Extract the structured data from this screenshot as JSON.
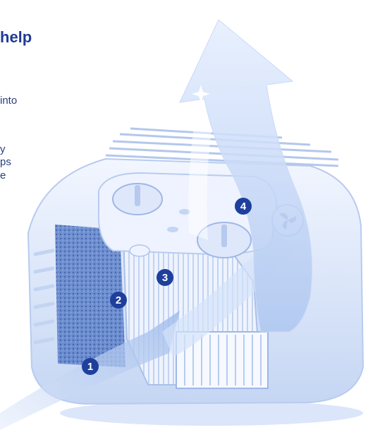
{
  "text_fragments": {
    "heading": "help",
    "line_1": "into",
    "line_2": "y",
    "line_3": "ps",
    "line_4": "e"
  },
  "markers": [
    {
      "label": "1"
    },
    {
      "label": "2"
    },
    {
      "label": "3"
    },
    {
      "label": "4"
    }
  ],
  "colors": {
    "marker": "#1f3f9c",
    "airflow": "#c9daf7",
    "device": "#e6eefc",
    "filter": "#3d63b4",
    "text": "#1f3c93"
  },
  "icons": [
    "air-purifier-illustration",
    "airflow-arrow",
    "control-knob",
    "fan-icon",
    "sparkle-icon"
  ]
}
